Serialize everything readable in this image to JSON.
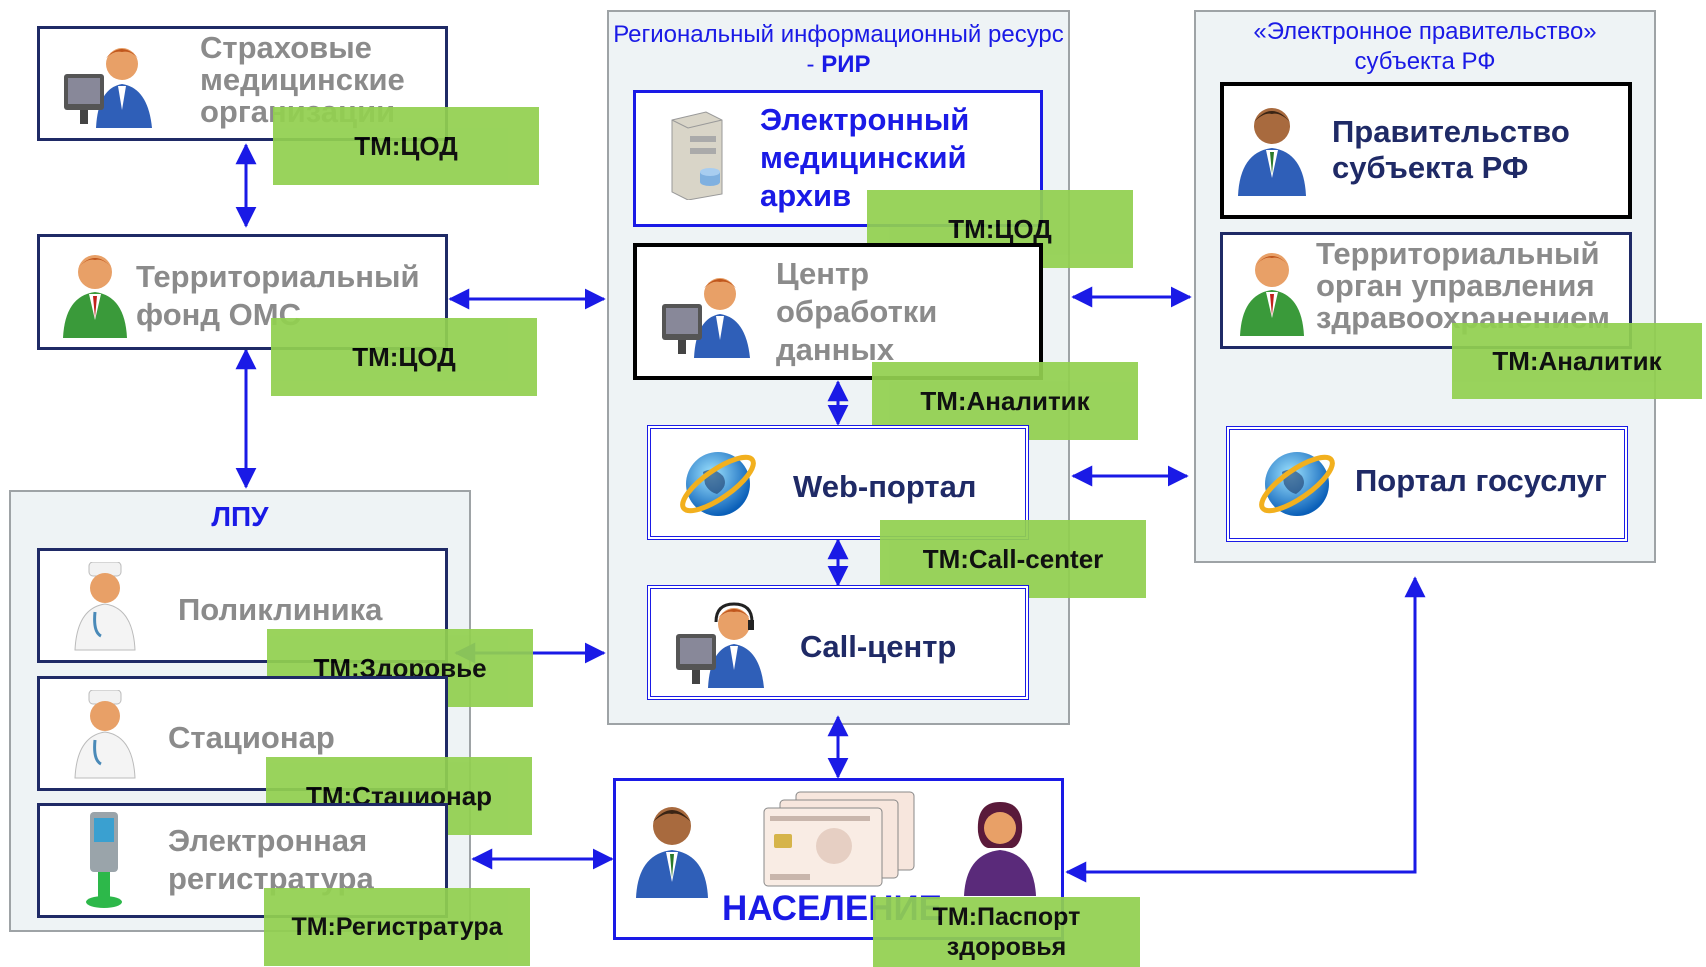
{
  "insurance": {
    "label": "Страховые медицинские организации"
  },
  "territorial_fund": {
    "label": "Территориальный фонд ОМС"
  },
  "lpu": {
    "title": "ЛПУ",
    "polyclinic": "Поликлиника",
    "hospital": "Стационар",
    "registry": "Электронная регистратура"
  },
  "rir": {
    "title_prefix": "Региональный информационный ресурс - ",
    "title_bold": "РИР",
    "archive": "Электронный медицинский архив",
    "data_center": "Центр обработки данных",
    "web_portal": "Web-портал",
    "call_center": "Call-центр"
  },
  "egov": {
    "title": "«Электронное правительство» субъекта РФ",
    "government": "Правительство субъекта РФ",
    "health_authority": "Территориальный орган управления здравоохранением",
    "gos_portal": "Портал госуслуг"
  },
  "population": {
    "label": "НАСЕЛЕНИЕ"
  },
  "tags": {
    "insurance": "ТМ:ЦОД",
    "fund": "ТМ:ЦОД",
    "archive": "ТМ:ЦОД",
    "data_center": "ТМ:Аналитик",
    "health_authority": "ТМ:Аналитик",
    "web_portal": "ТМ:Call-center",
    "polyclinic": "ТМ:Здоровье",
    "hospital": "ТМ:Стационар",
    "registry": "ТМ:Регистратура",
    "population": "ТМ:Паспорт здоровья"
  },
  "colors": {
    "tag": "#92d050",
    "link": "#1a1ae6",
    "navy": "#1f2a66",
    "gray_text": "#8b8b8b"
  }
}
